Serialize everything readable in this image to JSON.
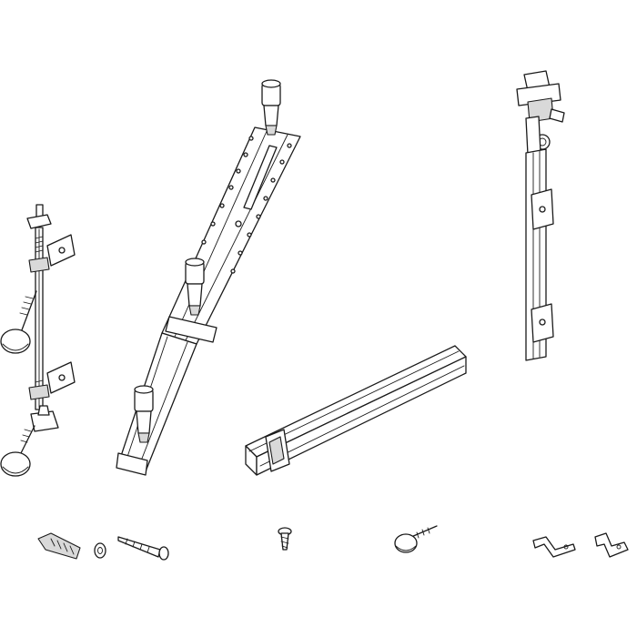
{
  "figure": {
    "background_color": "#ffffff",
    "line_color": "#1a1a1a",
    "shade_color": "#d9d9d9",
    "parts": [
      {
        "id": "adjustable-bracket-assembly",
        "icon": "vertical-threaded-rod-with-feet"
      },
      {
        "id": "long-rail-with-adjustable-feet",
        "icon": "diagonal-rail-three-feet"
      },
      {
        "id": "vertical-mounting-rail",
        "icon": "vertical-rail-with-clamp"
      },
      {
        "id": "horizontal-channel-rail",
        "icon": "horizontal-channel"
      },
      {
        "id": "wall-plug",
        "icon": "wall-anchor"
      },
      {
        "id": "washer",
        "icon": "washer"
      },
      {
        "id": "long-screw",
        "icon": "wood-screw"
      },
      {
        "id": "short-screw",
        "icon": "machine-screw"
      },
      {
        "id": "threaded-knob",
        "icon": "knob-with-stud"
      },
      {
        "id": "mounting-clip-a",
        "icon": "clip"
      },
      {
        "id": "mounting-clip-b",
        "icon": "clip"
      }
    ]
  }
}
